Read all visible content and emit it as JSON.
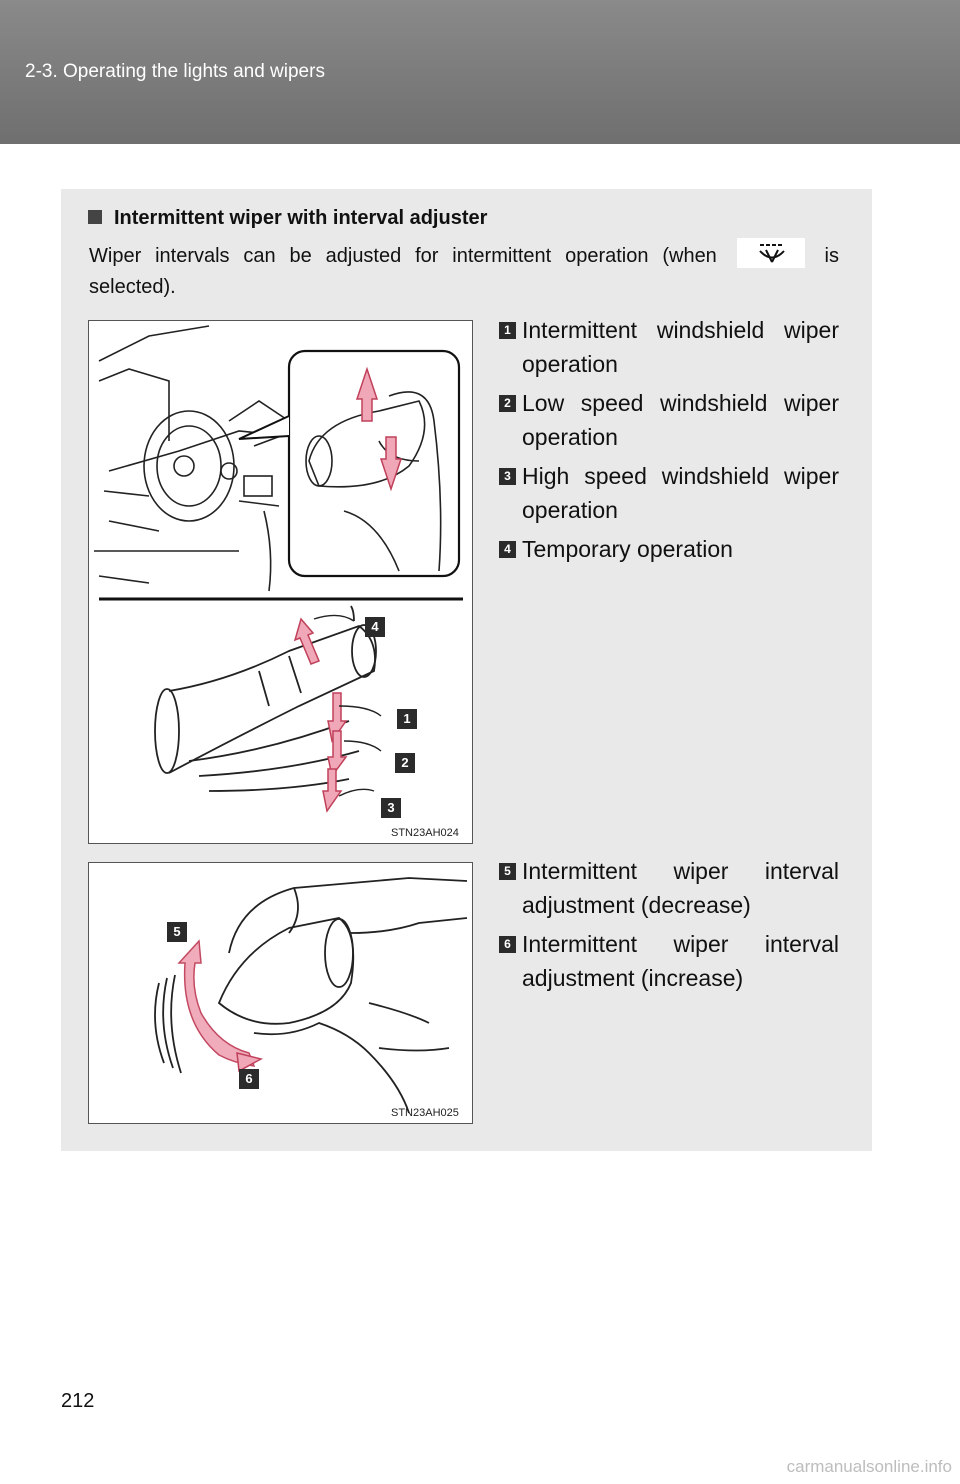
{
  "header": {
    "section": "2-3. Operating the lights and wipers"
  },
  "section": {
    "heading": "Intermittent wiper with interval adjuster",
    "intro_before": "Wiper intervals can be adjusted for intermittent operation (when",
    "intro_after": "is selected)."
  },
  "figure1": {
    "code": "STN23AH024",
    "labels": [
      "4",
      "1",
      "2",
      "3"
    ]
  },
  "figure2": {
    "code": "STN23AH025",
    "labels": [
      "5",
      "6"
    ]
  },
  "items": [
    {
      "num": "1",
      "text": "Intermittent windshield wiper operation"
    },
    {
      "num": "2",
      "text": "Low speed windshield wiper operation"
    },
    {
      "num": "3",
      "text": "High speed windshield wiper operation"
    },
    {
      "num": "4",
      "text": "Temporary operation"
    },
    {
      "num": "5",
      "text": "Intermittent wiper interval adjustment (decrease)"
    },
    {
      "num": "6",
      "text": "Intermittent wiper interval adjustment (increase)"
    }
  ],
  "page_number": "212",
  "watermark": "carmanualsonline.info"
}
